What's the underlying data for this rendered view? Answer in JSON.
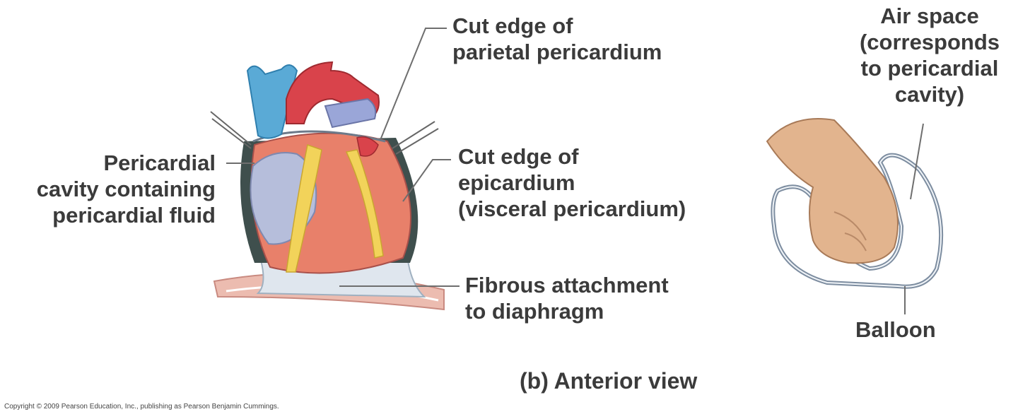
{
  "labels": {
    "cut_edge_parietal": [
      "Cut edge of",
      "parietal pericardium"
    ],
    "pericardial_cavity": [
      "Pericardial",
      "cavity containing",
      "pericardial fluid"
    ],
    "cut_edge_epicardium": [
      "Cut edge of",
      "epicardium",
      "(visceral pericardium)"
    ],
    "fibrous_attachment": [
      "Fibrous attachment",
      "to diaphragm"
    ],
    "air_space": [
      "Air space",
      "(corresponds",
      "to pericardial",
      "cavity)"
    ],
    "balloon": "Balloon"
  },
  "caption": "(b) Anterior view",
  "copyright": "Copyright © 2009 Pearson Education, Inc., publishing as Pearson Benjamin Cummings.",
  "colors": {
    "vein": "#5aaad6",
    "artery": "#d9434b",
    "pulmonary": "#9aa6d8",
    "heart_muscle": "#e8806a",
    "fat": "#f2d35a",
    "pericardium": "#c9d6e3",
    "skin": "#e2b48e"
  }
}
